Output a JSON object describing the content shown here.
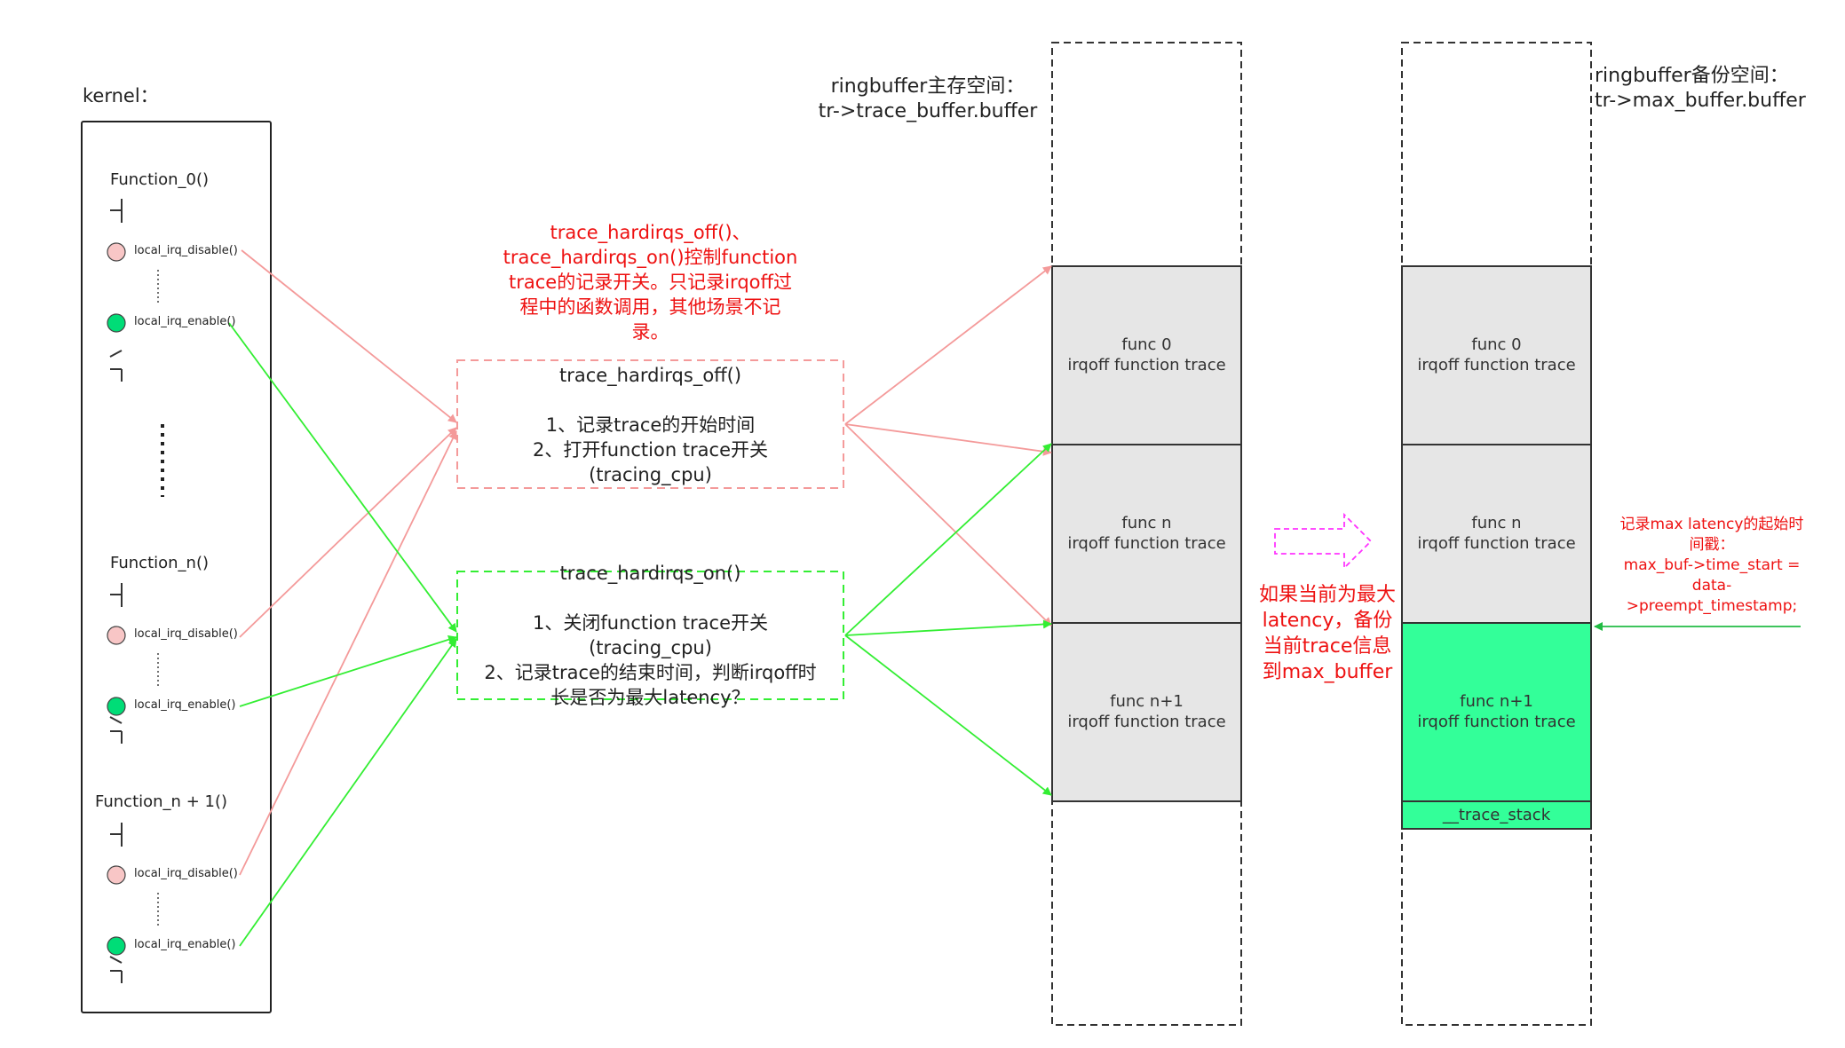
{
  "kernel": {
    "label": "kernel：",
    "functions": [
      {
        "name": "Function_0()",
        "disable": "local_irq_disable()",
        "enable": "local_irq_enable()"
      },
      {
        "name": "Function_n()",
        "disable": "local_irq_disable()",
        "enable": "local_irq_enable()"
      },
      {
        "name": "Function_n + 1()",
        "disable": "local_irq_disable()",
        "enable": "local_irq_enable()"
      }
    ]
  },
  "annotation": {
    "lines": [
      "trace_hardirqs_off()、",
      "trace_hardirqs_on()控制function",
      "trace的记录开关。只记录irqoff过",
      "程中的函数调用，其他场景不记",
      "录。"
    ]
  },
  "off_box": {
    "lines": [
      "trace_hardirqs_off()",
      "",
      "1、记录trace的开始时间",
      "2、打开function trace开关",
      "(tracing_cpu)"
    ]
  },
  "on_box": {
    "lines": [
      "trace_hardirqs_on()",
      "",
      "1、关闭function trace开关",
      "(tracing_cpu)",
      "2、记录trace的结束时间，判断irqoff时",
      "长是否为最大latency？"
    ]
  },
  "main_buffer": {
    "label_lines": [
      "ringbuffer主存空间：",
      "tr->trace_buffer.buffer"
    ],
    "slots": [
      {
        "line1": "func 0",
        "line2": "irqoff function trace"
      },
      {
        "line1": "func n",
        "line2": "irqoff function trace"
      },
      {
        "line1": "func n+1",
        "line2": "irqoff function trace"
      }
    ]
  },
  "copy_note": {
    "lines": [
      "如果当前为最大",
      "latency，备份",
      "当前trace信息",
      "到max_buffer"
    ]
  },
  "max_buffer": {
    "label_lines": [
      "ringbuffer备份空间：",
      "tr->max_buffer.buffer"
    ],
    "slots": [
      {
        "line1": "func 0",
        "line2": "irqoff function trace"
      },
      {
        "line1": "func n",
        "line2": "irqoff function trace"
      },
      {
        "line1": "func n+1",
        "line2": "irqoff function trace"
      }
    ],
    "stack_label": "__trace_stack"
  },
  "timestamp_note": {
    "lines": [
      "记录max latency的起始时",
      "间戳：",
      "max_buf->time_start =",
      "data-",
      ">preempt_timestamp;"
    ]
  },
  "colors": {
    "pink_arrow": "#f49a9a",
    "green_arrow": "#33ee33",
    "red_text": "#ee1111",
    "slot_gray": "#e6e6e6",
    "slot_green": "#33ff99",
    "magenta": "#ff33ff",
    "disable_dot": "#f8c6c6",
    "enable_dot": "#00dd77"
  }
}
